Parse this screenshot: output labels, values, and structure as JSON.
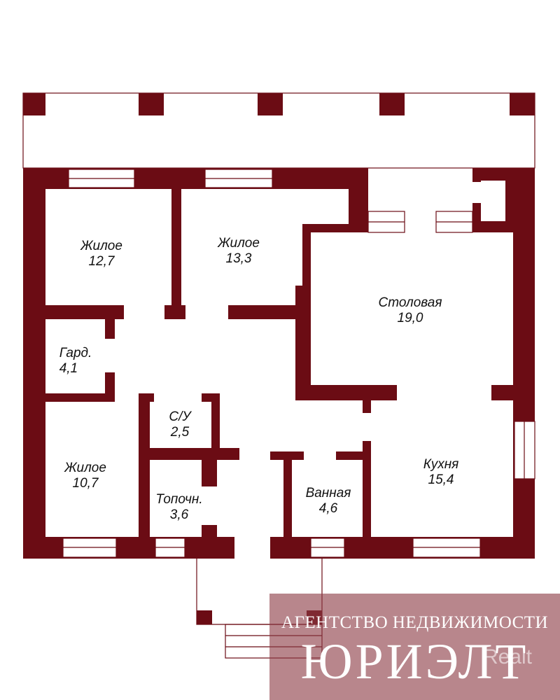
{
  "rooms": [
    {
      "id": "living1",
      "name": "Жилое",
      "area": "12,7"
    },
    {
      "id": "living2",
      "name": "Жилое",
      "area": "13,3"
    },
    {
      "id": "dining",
      "name": "Столовая",
      "area": "19,0"
    },
    {
      "id": "wardrobe",
      "name": "Гард.",
      "area": "4,1"
    },
    {
      "id": "wc",
      "name": "С/У",
      "area": "2,5"
    },
    {
      "id": "living3",
      "name": "Жилое",
      "area": "10,7"
    },
    {
      "id": "furnace",
      "name": "Топочн.",
      "area": "3,6"
    },
    {
      "id": "bath",
      "name": "Ванная",
      "area": "4,6"
    },
    {
      "id": "kitchen",
      "name": "Кухня",
      "area": "15,4"
    }
  ],
  "watermark": {
    "agency": "АГЕНТСТВО НЕДВИЖИМОСТИ",
    "brand": "ЮРИЭЛТ",
    "site": "Realt"
  },
  "colors": {
    "wall": "#6b0c14",
    "watermark_bg": "#8c3c46"
  }
}
